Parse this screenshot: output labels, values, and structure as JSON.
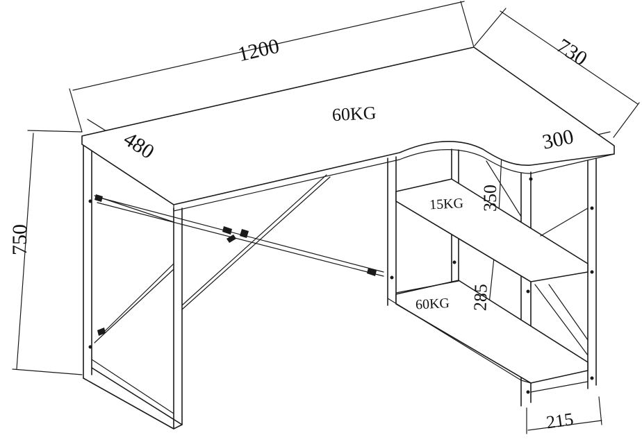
{
  "dimensions": {
    "width_total": "1200",
    "depth_total": "730",
    "depth_left": "480",
    "depth_right": "300",
    "height": "750",
    "shelf_gap_upper": "350",
    "shelf_gap_lower": "285",
    "leg_width": "215"
  },
  "loads": {
    "top": "60KG",
    "upper_shelf": "15KG",
    "lower_shelf": "60KG"
  },
  "colors": {
    "line": "#1a1a1a",
    "background": "#ffffff"
  }
}
